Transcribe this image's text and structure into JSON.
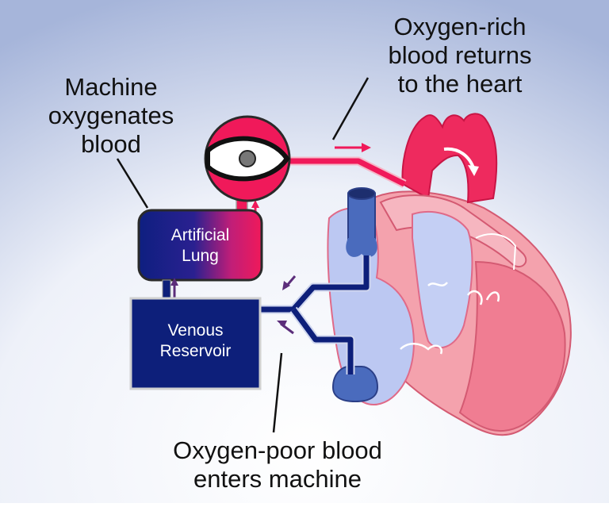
{
  "labels": {
    "machine_oxygenates": "Machine\noxygenates\nblood",
    "oxygen_rich": "Oxygen-rich\nblood returns\nto the heart",
    "oxygen_poor": "Oxygen-poor blood\nenters machine"
  },
  "components": {
    "artificial_lung": "Artificial\nLung",
    "venous_reservoir": "Venous\nReservoir"
  },
  "colors": {
    "background_top": "#a9b8dc",
    "background_bottom": "#ffffff",
    "oxygenated": "#f0195a",
    "deoxygenated": "#0d1f7a",
    "heart_pink": "#f4a7b0",
    "heart_blue": "#bcc8f2",
    "aorta": "#e8285a"
  }
}
